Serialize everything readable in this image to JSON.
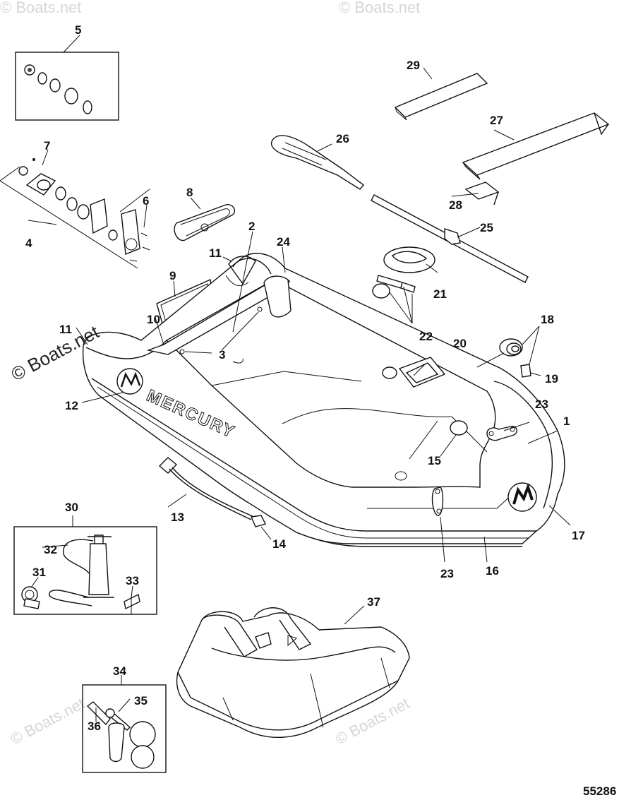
{
  "watermark": {
    "main": "© Boats.net",
    "faint": "© Boats.net"
  },
  "figure_number": "55286",
  "brand_text": "MERCURY",
  "callouts": {
    "c1": "1",
    "c2": "2",
    "c3a": "3",
    "c3b": "3",
    "c4": "4",
    "c5": "5",
    "c6": "6",
    "c7": "7",
    "c8": "8",
    "c9": "9",
    "c10": "10",
    "c11a": "11",
    "c11b": "11",
    "c12": "12",
    "c13": "13",
    "c14": "14",
    "c15": "15",
    "c16": "16",
    "c17": "17",
    "c18": "18",
    "c19": "19",
    "c20": "20",
    "c21": "21",
    "c22": "22",
    "c23a": "23",
    "c23b": "23",
    "c24": "24",
    "c25": "25",
    "c26": "26",
    "c27": "27",
    "c28": "28",
    "c29": "29",
    "c30": "30",
    "c31": "31",
    "c32": "32",
    "c33": "33",
    "c34": "34",
    "c35": "35",
    "c36": "36",
    "c37": "37"
  }
}
